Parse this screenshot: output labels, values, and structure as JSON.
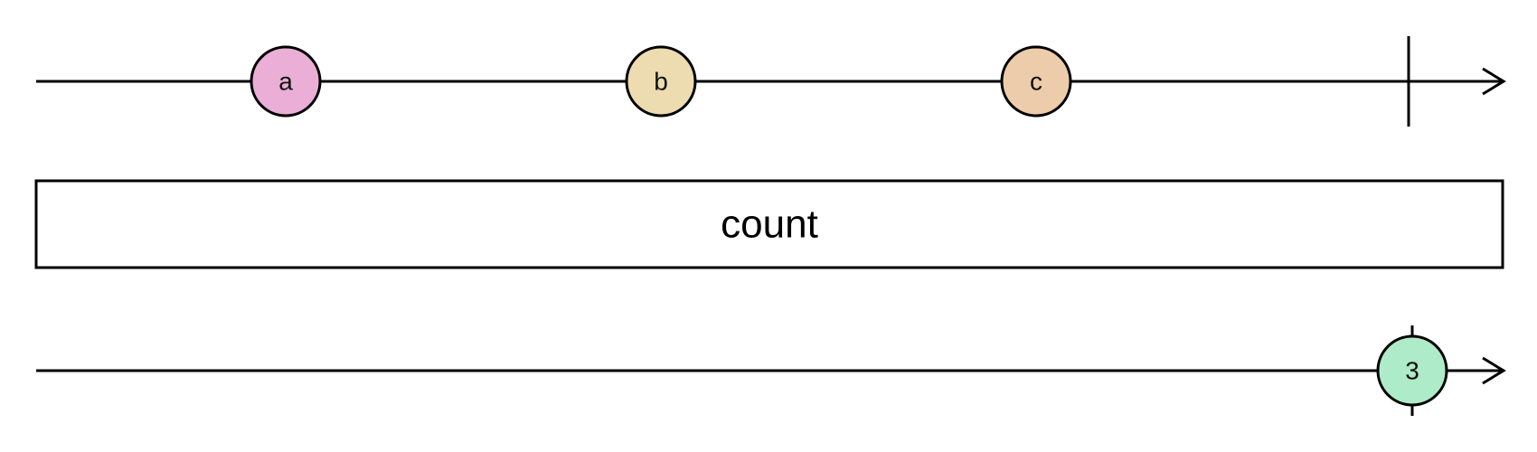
{
  "operator": {
    "label": "count"
  },
  "input": {
    "marbles": [
      {
        "label": "a",
        "color": "#ebaed6"
      },
      {
        "label": "b",
        "color": "#ecdcaf"
      },
      {
        "label": "c",
        "color": "#ecccaa"
      }
    ],
    "completes": true
  },
  "output": {
    "marbles": [
      {
        "label": "3",
        "color": "#aeebc8"
      }
    ],
    "completes": true
  }
}
